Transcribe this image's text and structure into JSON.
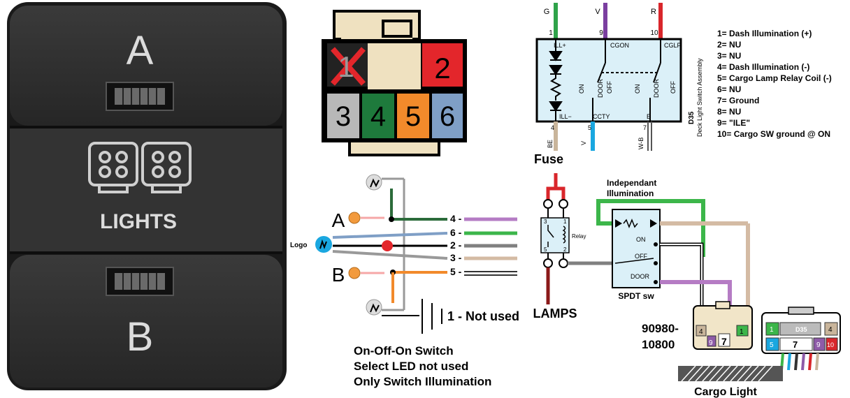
{
  "switch_panel": {
    "top_letter": "A",
    "middle_label": "LIGHTS",
    "bottom_letter": "B"
  },
  "connector": {
    "pins": [
      {
        "num": "1",
        "color": "#222222"
      },
      {
        "num": "2",
        "color": "#e3262b"
      },
      {
        "num": "3",
        "color": "#b8b8b8"
      },
      {
        "num": "4",
        "color": "#1e7a3c"
      },
      {
        "num": "5",
        "color": "#f28a2b"
      },
      {
        "num": "6",
        "color": "#7f9fc6"
      }
    ]
  },
  "deck_switch": {
    "wire_top": [
      {
        "label": "G",
        "pin": "1",
        "color": "#2fa34a"
      },
      {
        "label": "V",
        "pin": "9",
        "color": "#7b3fa0"
      },
      {
        "label": "R",
        "pin": "10",
        "color": "#d9262b"
      }
    ],
    "internal": {
      "ill_plus": "ILL+",
      "ill_minus": "ILL−",
      "cgon": "CGON",
      "cglp": "CGLP",
      "ccty": "CCTY",
      "e": "E",
      "on1": "ON",
      "door1": "DOOR",
      "off1": "OFF",
      "on2": "ON",
      "door2": "DOOR",
      "off2": "OFF"
    },
    "wire_bottom": [
      {
        "label": "BE",
        "pin": "4",
        "color": "#c9b59b"
      },
      {
        "label": "V",
        "pin": "5",
        "color": "#1aa7e0"
      },
      {
        "label": "W-B",
        "pin": "7",
        "color": "#333333"
      }
    ],
    "side_code": "D35",
    "side_name": "Deck Light Switch Assembly"
  },
  "pin_legend": [
    "1= Dash Illumination (+)",
    "2= NU",
    "3= NU",
    "4= Dash Illumination (-)",
    "5= Cargo Lamp Relay Coil (-)",
    "6= NU",
    "7= Ground",
    "8= NU",
    "9= \"ILE\"",
    "10= Cargo SW ground @ ON"
  ],
  "wiring": {
    "fuse": "Fuse",
    "lamps": "LAMPS",
    "relay": "Relay",
    "relay_pins": [
      "3",
      "1",
      "5",
      "2"
    ],
    "logo": "Logo",
    "a": "A",
    "b": "B",
    "terms": [
      {
        "label": "4 -",
        "color": "#b57cc4"
      },
      {
        "label": "6 -",
        "color": "#3cb64a"
      },
      {
        "label": "2 -",
        "color": "#808080"
      },
      {
        "label": "3 -",
        "color": "#d4bba4"
      },
      {
        "label": "5 -",
        "color": "#333333"
      }
    ],
    "not_used": "1 - Not used",
    "switch_desc": [
      "On-Off-On Switch",
      "Select LED not used",
      "Only Switch Illumination"
    ],
    "indep": [
      "Independant",
      "Illumination"
    ],
    "spdt_on": "ON",
    "spdt_off": "OFF",
    "spdt_door": "DOOR",
    "spdt": "SPDT sw",
    "part_number": [
      "90980-",
      "10800"
    ],
    "cargo": "Cargo Light",
    "small_conn": {
      "p4": "4",
      "p9": "9",
      "p1": "1",
      "p7": "7"
    },
    "big_conn": {
      "code": "D35",
      "p1": "1",
      "p4": "4",
      "p5": "5",
      "p7": "7",
      "p9": "9",
      "p10": "10"
    }
  }
}
